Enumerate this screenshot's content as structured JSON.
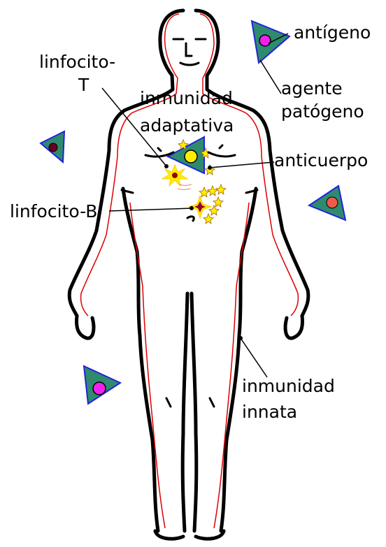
{
  "labels": {
    "antigen": "antígeno",
    "pathogen_line1": "agente",
    "pathogen_line2": "patógeno",
    "t_cell_line1": "linfocito-",
    "t_cell_line2": "T",
    "adaptive_line1": "inmunidad",
    "adaptive_line2": "adaptativa",
    "antibody": "anticuerpo",
    "b_cell": "linfocito-B",
    "innate_line1": "inmunidad",
    "innate_line2": "innata"
  },
  "colors": {
    "body_outline": "#000000",
    "inner_outline": "#dd0000",
    "pathogen_fill": "#2e8b6e",
    "pathogen_stroke": "#2222dd",
    "antigen_magenta": "#ee22ee",
    "antigen_coral": "#f05a4a",
    "antigen_maroon": "#660022",
    "antigen_yellow": "#ffee00",
    "cell_yellow": "#ffee00",
    "antibody_star": "#ffcc00"
  }
}
